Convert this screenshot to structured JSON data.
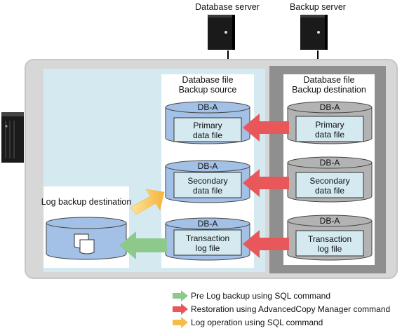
{
  "servers": {
    "database": {
      "label": "Database server"
    },
    "backup": {
      "label": "Backup server"
    }
  },
  "source_panel": {
    "title_line1": "Database file",
    "title_line2": "Backup source"
  },
  "destination_panel": {
    "title_line1": "Database file",
    "title_line2": "Backup destination"
  },
  "log_backup": {
    "label": "Log backup destination"
  },
  "source_cylinders": [
    {
      "db": "DB-A",
      "line1": "Primary",
      "line2": "data file"
    },
    {
      "db": "DB-A",
      "line1": "Secondary",
      "line2": "data file"
    },
    {
      "db": "DB-A",
      "line1": "Transaction",
      "line2": "log file"
    }
  ],
  "dest_cylinders": [
    {
      "db": "DB-A",
      "line1": "Primary",
      "line2": "data file"
    },
    {
      "db": "DB-A",
      "line1": "Secondary",
      "line2": "data file"
    },
    {
      "db": "DB-A",
      "line1": "Transaction",
      "line2": "log file"
    }
  ],
  "legend": [
    {
      "color": "#8cc98a",
      "text": "Pre Log backup using SQL command"
    },
    {
      "color": "#e8585a",
      "text": "Restoration using AdvancedCopy Manager command"
    },
    {
      "color": "#f6bc4a",
      "text": "Log operation using SQL command"
    }
  ]
}
